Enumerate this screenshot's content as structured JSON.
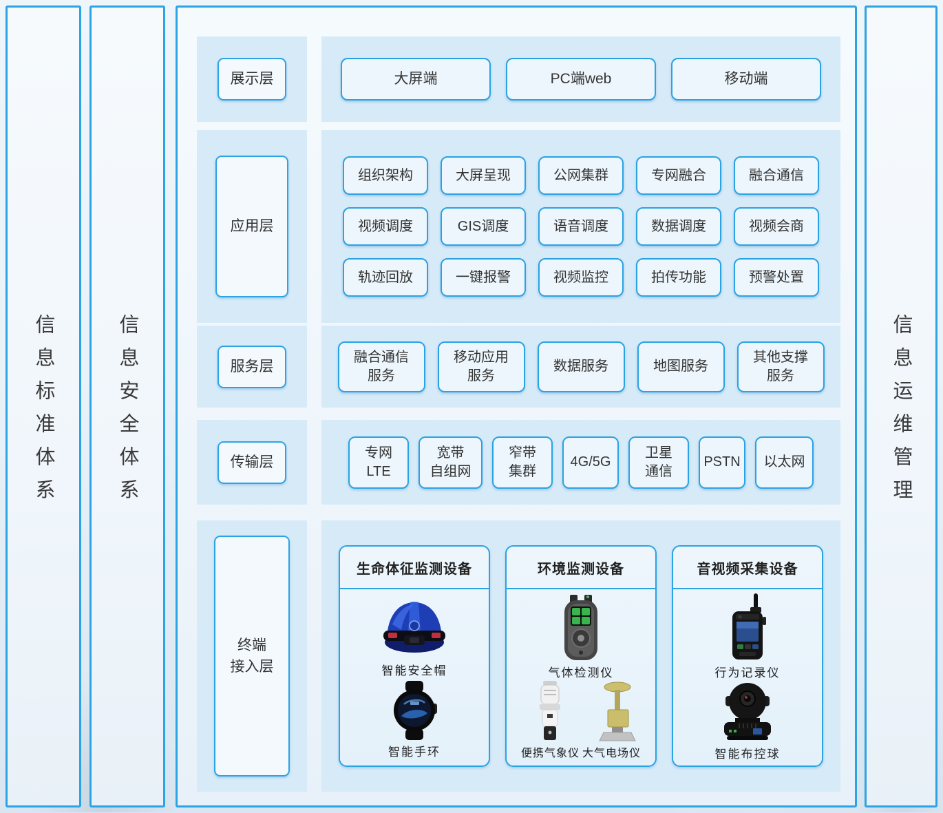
{
  "colors": {
    "accent": "#2aa3e3",
    "band": "#d6eaf8",
    "box_fill": "#edf6fc",
    "panel_fill": "#f3f9fd",
    "text": "#333333"
  },
  "sidebars": {
    "left": [
      {
        "label": "信息标准体系"
      },
      {
        "label": "信息安全体系"
      }
    ],
    "right": {
      "label": "信息运维管理"
    }
  },
  "layers": [
    {
      "name": "展示层",
      "items": [
        "大屏端",
        "PC端web",
        "移动端"
      ]
    },
    {
      "name": "应用层",
      "rows": [
        [
          "组织架构",
          "大屏呈现",
          "公网集群",
          "专网融合",
          "融合通信"
        ],
        [
          "视频调度",
          "GIS调度",
          "语音调度",
          "数据调度",
          "视频会商"
        ],
        [
          "轨迹回放",
          "一键报警",
          "视频监控",
          "拍传功能",
          "预警处置"
        ]
      ]
    },
    {
      "name": "服务层",
      "items": [
        "融合通信\n服务",
        "移动应用\n服务",
        "数据服务",
        "地图服务",
        "其他支撑\n服务"
      ]
    },
    {
      "name": "传输层",
      "items": [
        "专网\nLTE",
        "宽带\n自组网",
        "窄带\n集群",
        "4G/5G",
        "卫星\n通信",
        "PSTN",
        "以太网"
      ]
    },
    {
      "name": "终端\n接入层",
      "cards": [
        {
          "title": "生命体征监测设备",
          "device_rows": [
            [
              {
                "icon": "smart-helmet-icon",
                "label": "智能安全帽"
              }
            ],
            [
              {
                "icon": "smart-watch-icon",
                "label": "智能手环"
              }
            ]
          ]
        },
        {
          "title": "环境监测设备",
          "device_rows": [
            [
              {
                "icon": "gas-detector-icon",
                "label": "气体检测仪"
              }
            ],
            [
              {
                "icon": "portable-weather-icon",
                "label": "便携气象仪"
              },
              {
                "icon": "efield-meter-icon",
                "label": "大气电场仪"
              }
            ]
          ]
        },
        {
          "title": "音视频采集设备",
          "device_rows": [
            [
              {
                "icon": "body-camera-icon",
                "label": "行为记录仪"
              }
            ],
            [
              {
                "icon": "ptz-ball-icon",
                "label": "智能布控球"
              }
            ]
          ]
        }
      ]
    }
  ]
}
